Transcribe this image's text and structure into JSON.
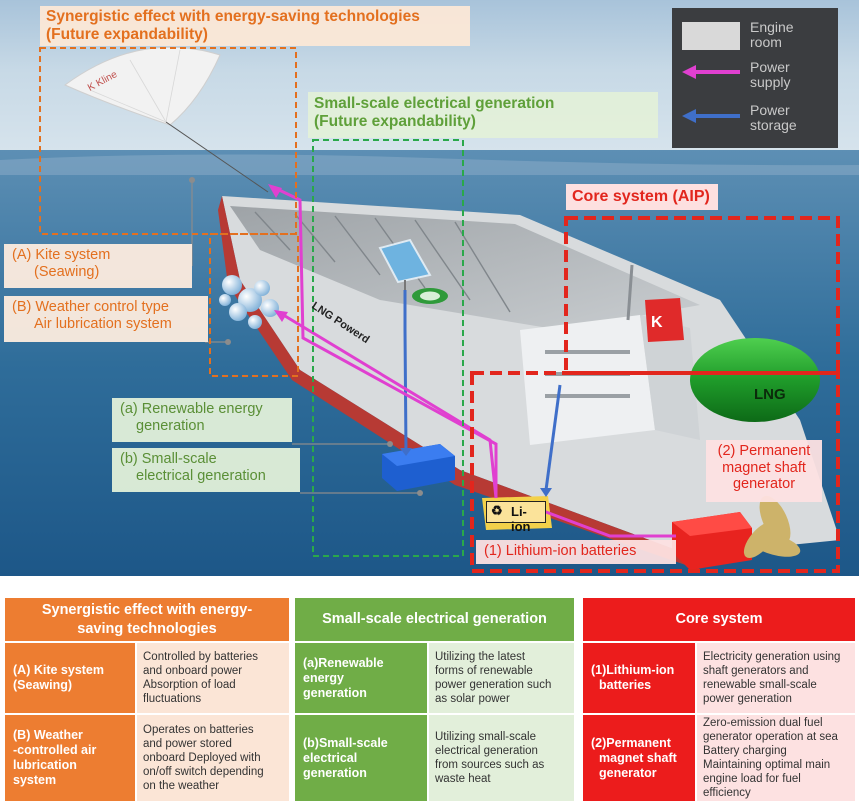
{
  "diagram": {
    "synergy_title": [
      "Synergistic effect with energy-saving technologies",
      "(Future expandability)"
    ],
    "small_title": [
      "Small-scale electrical generation",
      "(Future expandability)"
    ],
    "core_title": "Core system (AIP)",
    "callouts": {
      "kite": [
        "(A) Kite system",
        "(Seawing)"
      ],
      "air": [
        "(B) Weather control type",
        "Air lubrication system"
      ],
      "renew": [
        "(a) Renewable energy",
        "generation"
      ],
      "small": [
        "(b) Small-scale",
        "electrical generation"
      ],
      "pmsg": [
        "(2) Permanent",
        "magnet shaft",
        "generator"
      ],
      "li": "(1) Lithium-ion batteries"
    },
    "legend": {
      "engine_room": [
        "Engine",
        "room"
      ],
      "power_supply": [
        "Power",
        "supply"
      ],
      "power_storage": [
        "Power",
        "storage"
      ]
    },
    "ship_text": {
      "li_tag": "Li-ion",
      "lng_tank": "LNG",
      "funnel": "K",
      "hull": "LNG Powerd",
      "kite_brand": "K Kline"
    },
    "colors": {
      "orange": "#e3701f",
      "green": "#5fa03a",
      "red": "#e2261d",
      "power_supply": "#e040d0",
      "power_storage": "#3f6fc9"
    }
  },
  "table": {
    "synergy": {
      "header": [
        "Synergistic effect with energy-",
        "saving technologies"
      ],
      "rows": [
        {
          "key": [
            "(A) Kite system",
            "(Seawing)"
          ],
          "desc": [
            "Controlled by batteries",
            "and onboard power",
            "Absorption of load",
            "fluctuations"
          ]
        },
        {
          "key": [
            "(B) Weather",
            "-controlled air",
            "lubrication",
            "system"
          ],
          "desc": [
            "Operates on batteries",
            "and power stored",
            "onboard Deployed with",
            "on/off switch depending",
            "on the weather"
          ]
        }
      ]
    },
    "small": {
      "header": [
        "Small-scale electrical generation"
      ],
      "rows": [
        {
          "key": [
            "(a)Renewable",
            "energy",
            "generation"
          ],
          "desc": [
            "Utilizing the latest",
            "forms of renewable",
            "power generation such",
            "as solar power"
          ]
        },
        {
          "key": [
            "(b)Small-scale",
            "electrical",
            "generation"
          ],
          "desc": [
            "Utilizing small-scale",
            "electrical generation",
            "from sources such as",
            "waste heat"
          ]
        }
      ]
    },
    "core": {
      "header": [
        "Core system"
      ],
      "rows": [
        {
          "key": [
            "(1)Lithium-ion",
            "batteries"
          ],
          "desc": [
            "Electricity generation using",
            "shaft generators and",
            "renewable small-scale",
            "power generation"
          ]
        },
        {
          "key": [
            "(2)Permanent",
            "magnet shaft",
            "generator"
          ],
          "desc": [
            "Zero-emission dual fuel",
            "generator operation at sea",
            "Battery charging",
            "Maintaining optimal main",
            "engine load for fuel",
            "efficiency"
          ]
        }
      ]
    }
  }
}
